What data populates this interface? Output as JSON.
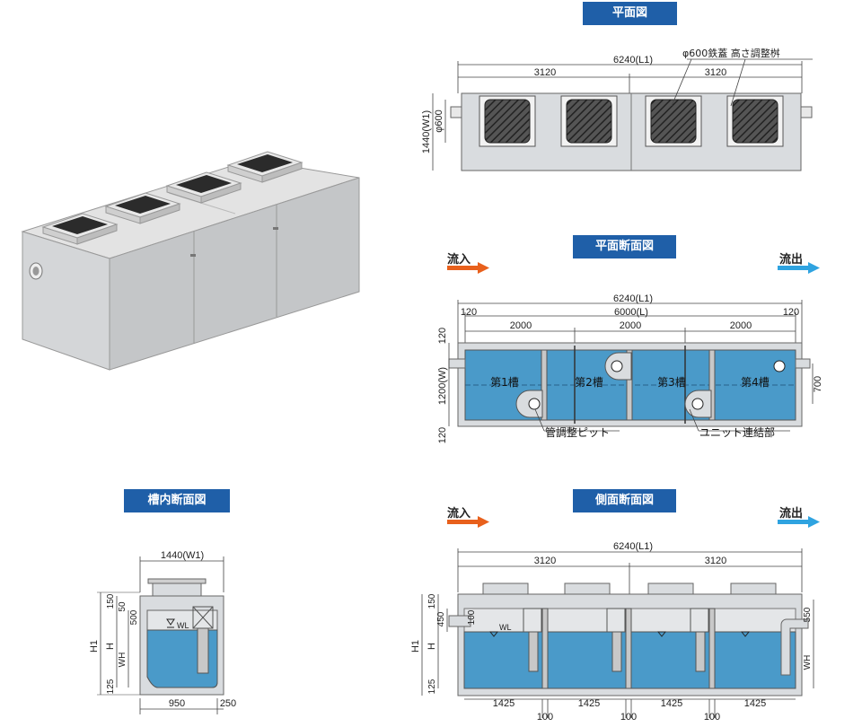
{
  "titles": {
    "plan": "平面図",
    "plan_section": "平面断面図",
    "tank_section": "槽内断面図",
    "side_section": "側面断面図"
  },
  "flow": {
    "inflow": "流入",
    "outflow": "流出"
  },
  "colors": {
    "badge": "#1f5fa8",
    "water": "#4a9ac9",
    "concrete": "#d9dcdf",
    "inflow_arrow": "#e8601c",
    "outflow_arrow": "#2fa3e0"
  },
  "plan": {
    "total_length": "6240(L1)",
    "half_length_left": "3120",
    "half_length_right": "3120",
    "width": "1440(W1)",
    "cover_size": "φ600",
    "cover_label": "φ600鉄蓋 高さ調整桝"
  },
  "plan_section": {
    "total_length": "6240(L1)",
    "inner_length": "6000(L)",
    "wall_left": "120",
    "wall_right": "120",
    "chambers_span": [
      "2000",
      "2000",
      "2000"
    ],
    "wall_top": "120",
    "inner_width": "1200(W)",
    "wall_bottom": "120",
    "pipe_offset": "700",
    "chambers": [
      "第1槽",
      "第2槽",
      "第3槽",
      "第4槽"
    ],
    "callout_pit": "管調整ピット",
    "callout_joint": "ユニット連結部"
  },
  "tank_section": {
    "width": "1440(W1)",
    "dim_150": "150",
    "dim_50": "50",
    "dim_500": "500",
    "h1": "H1",
    "h": "H",
    "wh": "WH",
    "dim_125": "125",
    "wl": "WL",
    "bottom_950": "950",
    "bottom_250": "250"
  },
  "side_section": {
    "total_length": "6240(L1)",
    "half_left": "3120",
    "half_right": "3120",
    "dim_150": "150",
    "dim_450": "450",
    "dim_100": "100",
    "dim_550": "550",
    "h1": "H1",
    "h": "H",
    "wh": "WH",
    "dim_125": "125",
    "wl": "WL",
    "bottom_spans": [
      "1425",
      "1425",
      "1425",
      "1425"
    ],
    "gaps": [
      "100",
      "100",
      "100"
    ]
  }
}
